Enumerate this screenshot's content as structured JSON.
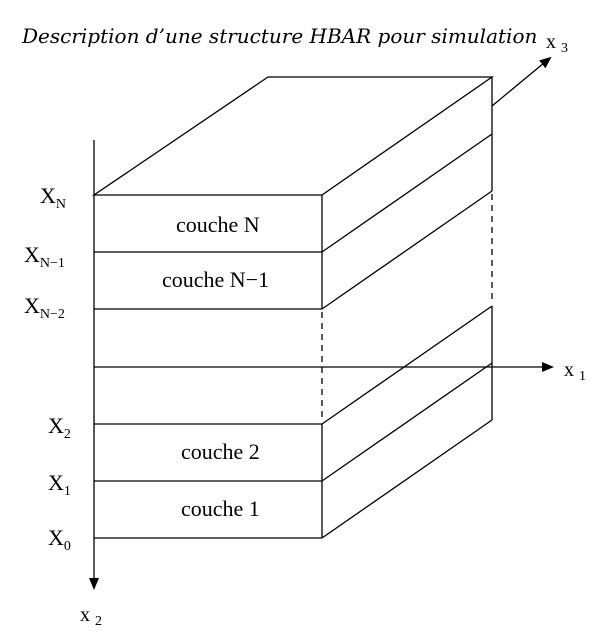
{
  "title": "Description d’une structure HBAR pour simulation",
  "layers": {
    "top": "couche N",
    "second": "couche N−1",
    "layer2": "couche 2",
    "layer1": "couche 1"
  },
  "interfaces": {
    "xN": {
      "main": "X",
      "sub": "N"
    },
    "xN1": {
      "main": "X",
      "sub": "N−1"
    },
    "xN2": {
      "main": "X",
      "sub": "N−2"
    },
    "x2": {
      "main": "X",
      "sub": "2"
    },
    "x1": {
      "main": "X",
      "sub": "1"
    },
    "x0": {
      "main": "X",
      "sub": "0"
    }
  },
  "axes": {
    "x1": {
      "main": "x",
      "sub": "1"
    },
    "x2": {
      "main": "x",
      "sub": "2"
    },
    "x3": {
      "main": "x",
      "sub": "3"
    }
  }
}
